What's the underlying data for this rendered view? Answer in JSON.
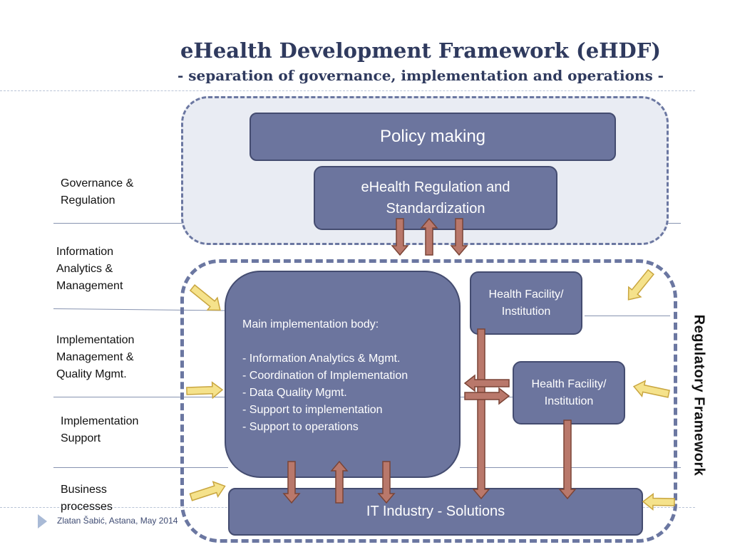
{
  "title": "eHealth Development Framework (eHDF)",
  "subtitle": "- separation of governance, implementation and operations -",
  "layers": [
    {
      "label": "Governance &\nRegulation"
    },
    {
      "label": "Information\nAnalytics &\nManagement"
    },
    {
      "label": "Implementation\nManagement &\nQuality Mgmt."
    },
    {
      "label": "Implementation\nSupport"
    },
    {
      "label": "Business\nprocesses"
    }
  ],
  "boxes": {
    "policy": "Policy making",
    "regulation": "eHealth Regulation and\nStandardization",
    "main_body": "Main implementation body:\n\n- Information Analytics & Mgmt.\n- Coordination of Implementation\n- Data Quality Mgmt.\n- Support to implementation\n- Support to operations",
    "facility_1": "Health Facility/\nInstitution",
    "facility_2": "Health Facility/\nInstitution",
    "it_industry": "IT Industry - Solutions"
  },
  "regulatory_framework": "Regulatory Framework",
  "footer": "Zlatan Šabić, Astana, May 2014",
  "colors": {
    "box_fill": "#6c759e",
    "box_border": "#444c70",
    "arrow_fill": "#b9786b",
    "arrow_stroke": "#7a4436",
    "yellow_fill": "#f5e28b",
    "yellow_stroke": "#c9a640",
    "title_color": "#2f3a5e"
  }
}
